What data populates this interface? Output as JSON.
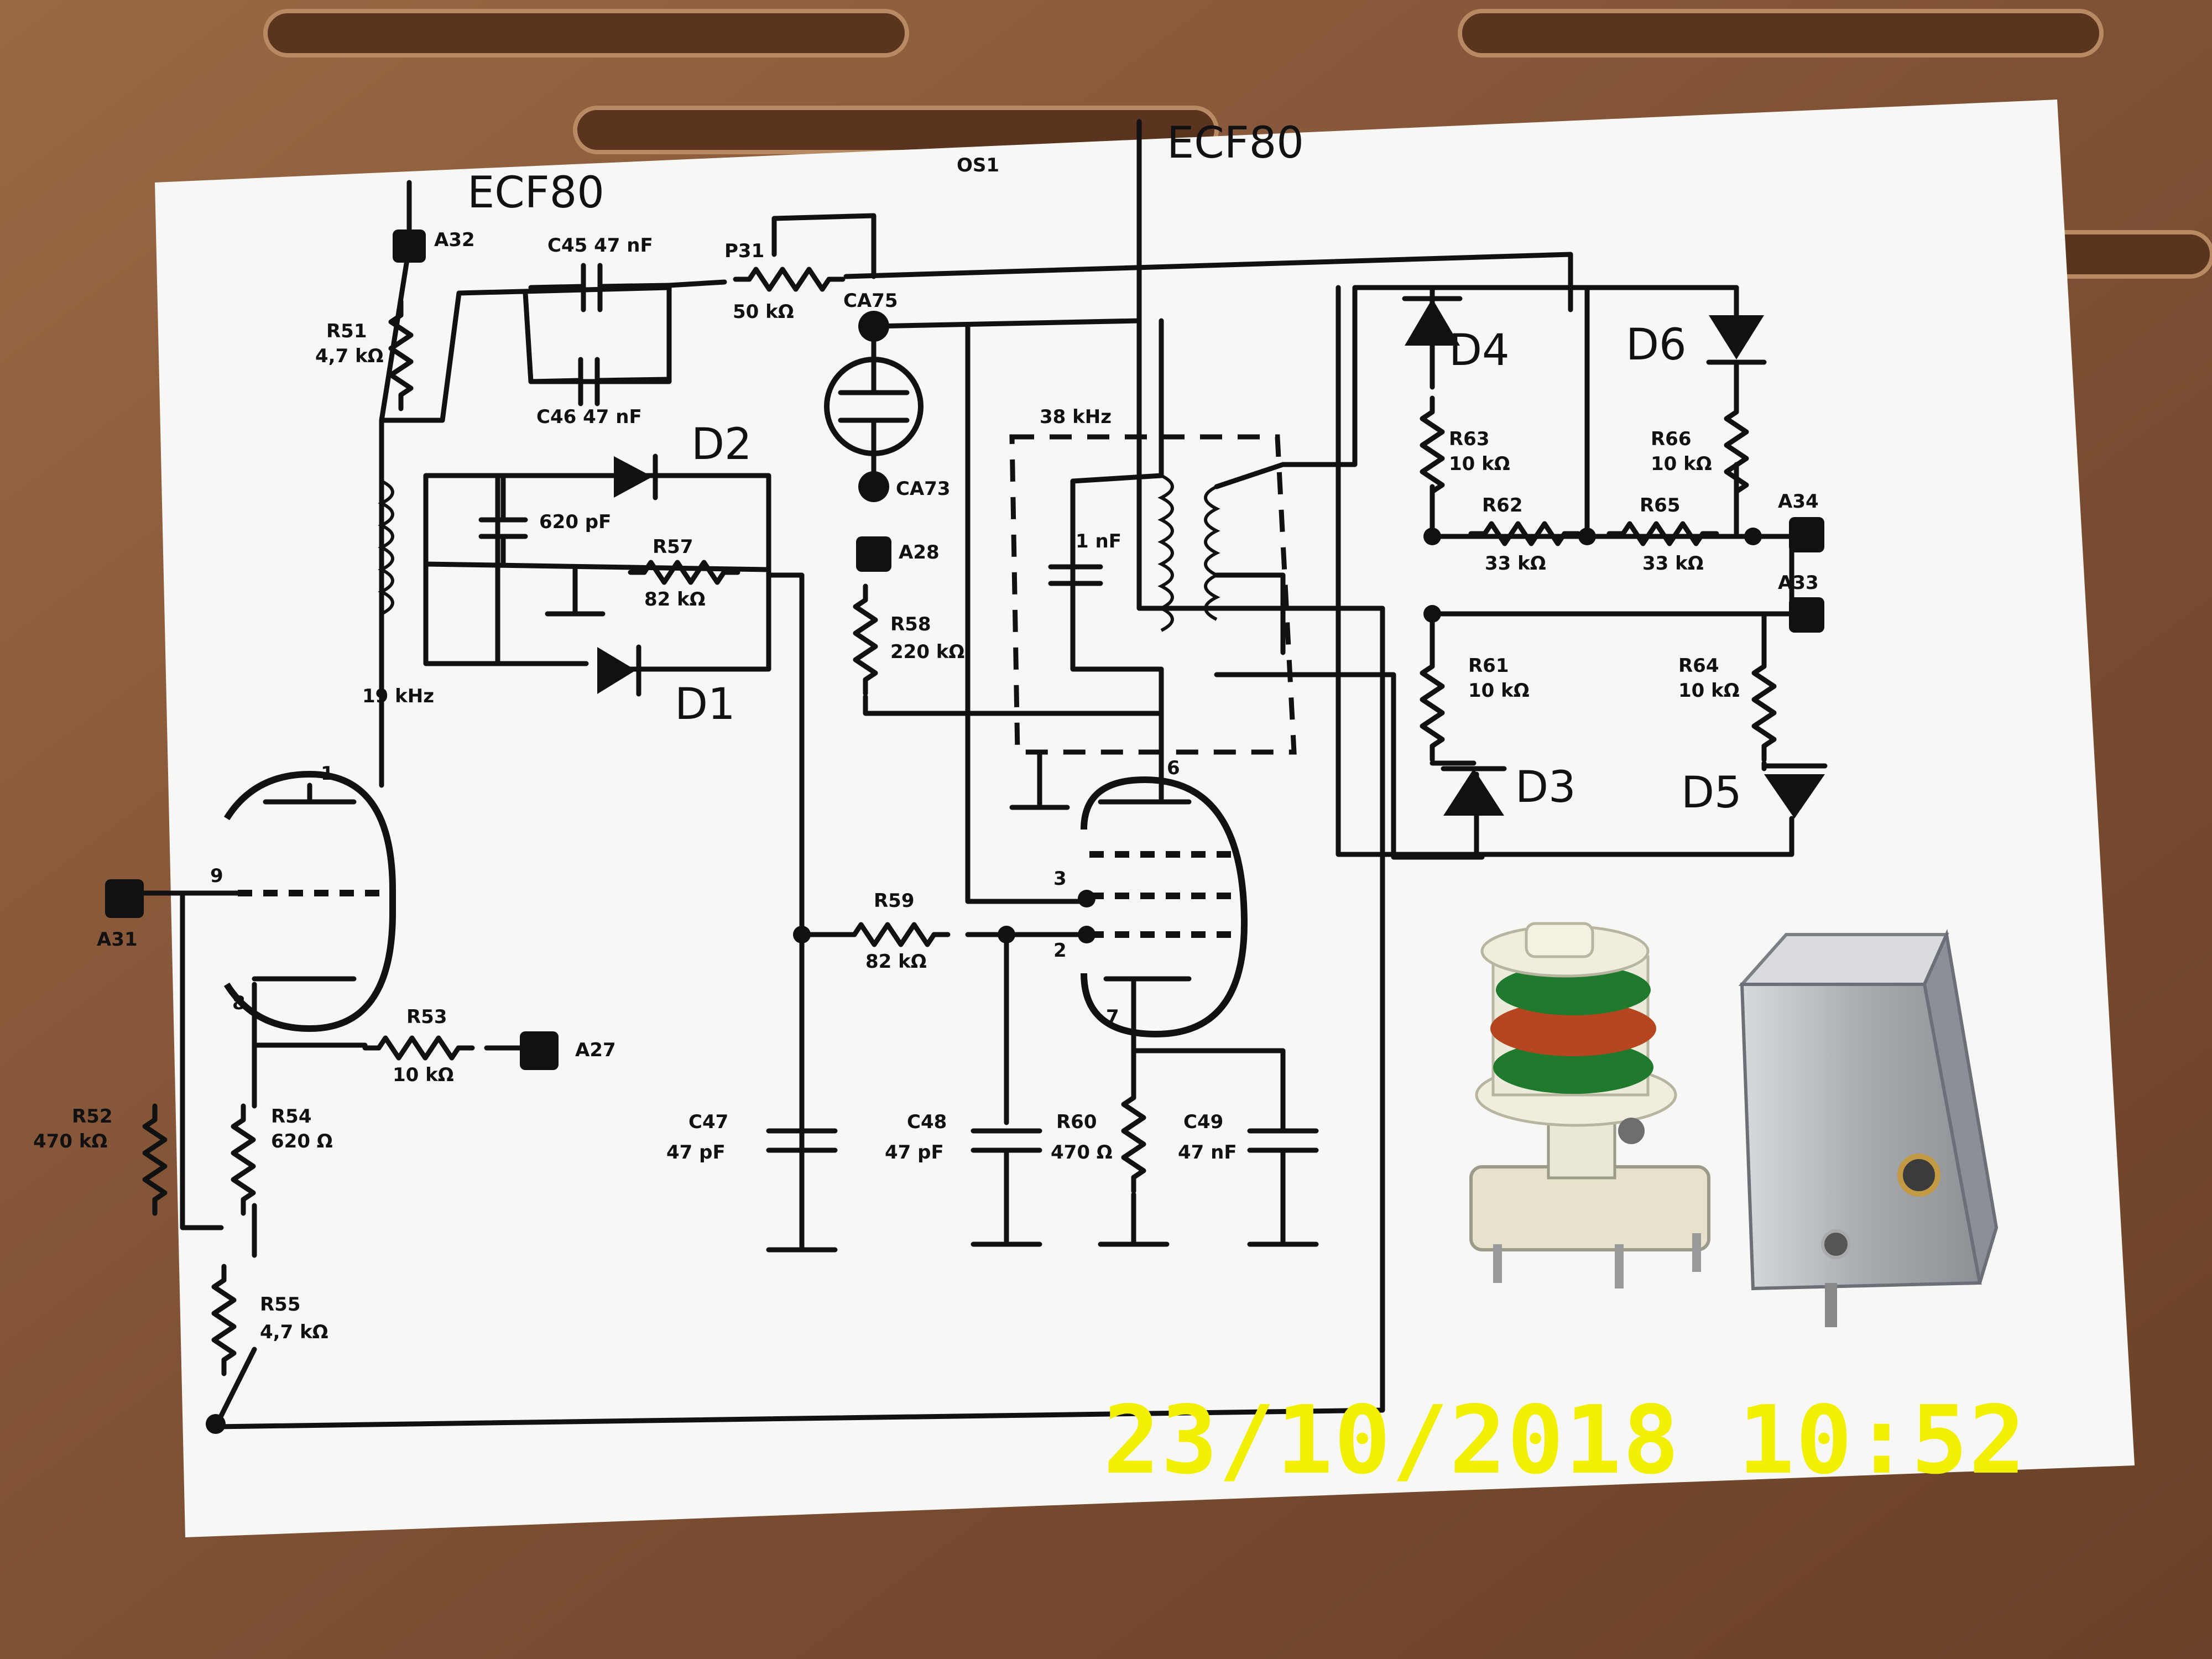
{
  "schematic": {
    "tube_left": "ECF80",
    "tube_right": "ECF80",
    "test_point": "OS1",
    "labels": {
      "A32": "A32",
      "A31": "A31",
      "A27": "A27",
      "A28": "A28",
      "A33": "A33",
      "A34": "A34",
      "R51": "R51",
      "R51_val": "4,7 kΩ",
      "C45": "C45  47 nF",
      "C46": "C46  47 nF",
      "P31": "P31",
      "P31_val": "50 kΩ",
      "CA75": "CA75",
      "CA73": "CA73",
      "D1": "D1",
      "D2": "D2",
      "D3": "D3",
      "D4": "D4",
      "D5": "D5",
      "D6": "D6",
      "C620": "620 pF",
      "R57": "R57",
      "R57_val": "82 kΩ",
      "freq19": "19 kHz",
      "freq38": "38 kHz",
      "R58": "R58",
      "R58_val": "220 kΩ",
      "C1nF": "1 nF",
      "R63": "R63",
      "R63_val": "10 kΩ",
      "R66": "R66",
      "R66_val": "10 kΩ",
      "R62": "R62",
      "R62_val": "33 kΩ",
      "R65": "R65",
      "R65_val": "33 kΩ",
      "R61": "R61",
      "R61_val": "10 kΩ",
      "R64": "R64",
      "R64_val": "10 kΩ",
      "R59": "R59",
      "R59_val": "82 kΩ",
      "R53": "R53",
      "R53_val": "10 kΩ",
      "R52": "R52",
      "R52_val": "470 kΩ",
      "R54": "R54",
      "R54_val": "620 Ω",
      "R55": "R55",
      "R55_val": "4,7 kΩ",
      "C47": "C47",
      "C47_val": "47 pF",
      "C48": "C48",
      "C48_val": "47 pF",
      "R60": "R60",
      "R60_val": "470 Ω",
      "C49": "C49",
      "C49_val": "47 nF",
      "pin1": "1",
      "pin9": "9",
      "pin8": "8",
      "pin6": "6",
      "pin3": "3",
      "pin2": "2",
      "pin7": "7"
    }
  },
  "photo": {
    "timestamp": "23/10/2018 10:52"
  },
  "colors": {
    "wood": "#8a5a3b",
    "paper": "#f7f7f5",
    "ink": "#111111",
    "timestamp": "#f2f000",
    "coil_green": "#1f7a2e",
    "coil_copper": "#b5461f",
    "can_metal": "#b9bcc0"
  }
}
